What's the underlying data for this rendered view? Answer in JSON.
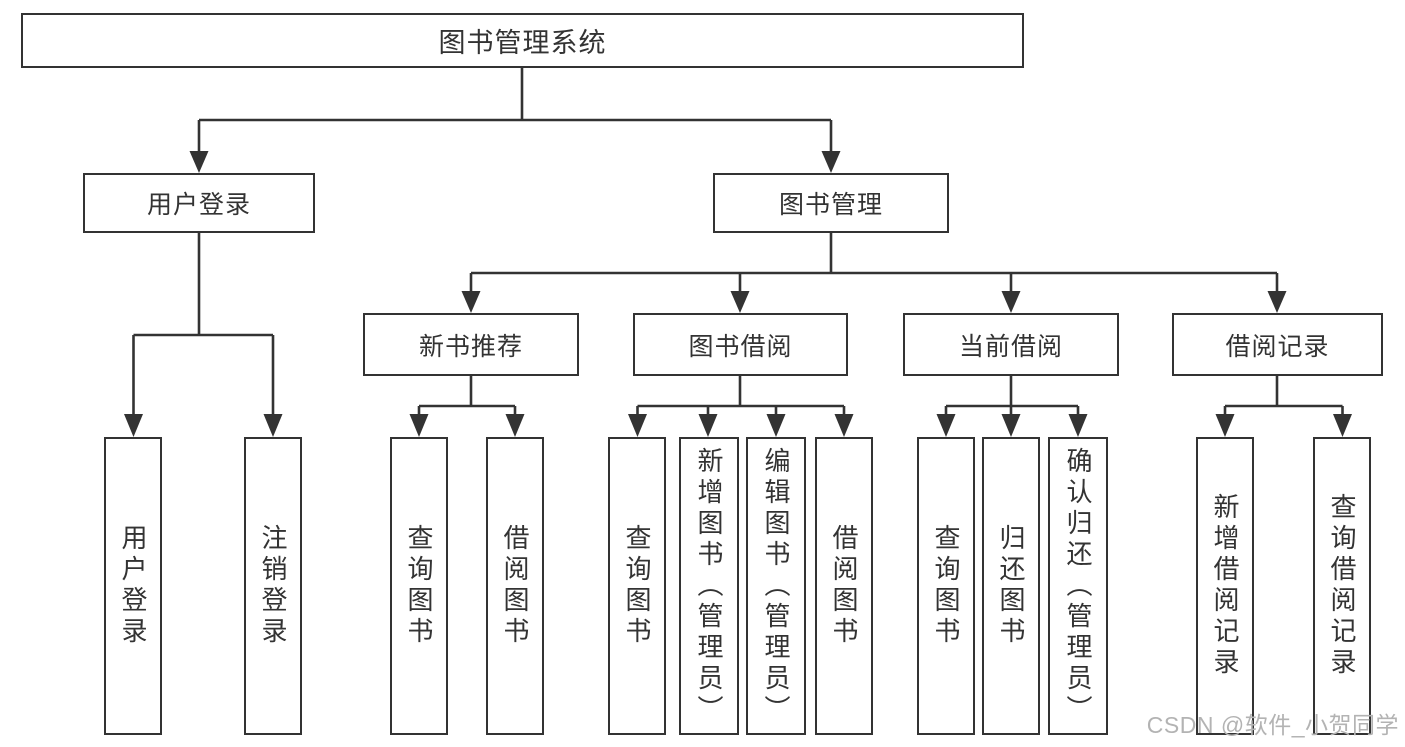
{
  "diagram": {
    "root": {
      "label": "图书管理系统"
    },
    "level2": [
      {
        "label": "用户登录",
        "children": [
          {
            "label": "用户登录"
          },
          {
            "label": "注销登录"
          }
        ]
      },
      {
        "label": "图书管理",
        "children": [
          {
            "label": "新书推荐",
            "children": [
              {
                "label": "查询图书"
              },
              {
                "label": "借阅图书"
              }
            ]
          },
          {
            "label": "图书借阅",
            "children": [
              {
                "label": "查询图书"
              },
              {
                "label": "新增图书（管理员）"
              },
              {
                "label": "编辑图书（管理员）"
              },
              {
                "label": "借阅图书"
              }
            ]
          },
          {
            "label": "当前借阅",
            "children": [
              {
                "label": "查询图书"
              },
              {
                "label": "归还图书"
              },
              {
                "label": "确认归还（管理员）"
              }
            ]
          },
          {
            "label": "借阅记录",
            "children": [
              {
                "label": "新增借阅记录"
              },
              {
                "label": "查询借阅记录"
              }
            ]
          }
        ]
      }
    ]
  },
  "watermark": {
    "text": "CSDN @软件_小贺同学"
  },
  "colors": {
    "line": "#333333",
    "text": "#333333",
    "box_background": "#ffffff",
    "watermark": "#b3b3b3",
    "background": "#ffffff"
  }
}
